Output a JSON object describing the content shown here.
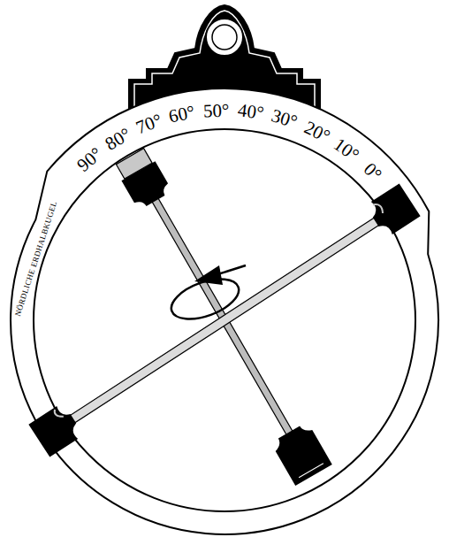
{
  "diagram": {
    "labels": [
      "NÖRDLICHE ERDHALBKUGEL",
      "90°",
      "80°",
      "70°",
      "60°",
      "50°",
      "40°",
      "30°",
      "20°",
      "10°",
      "0°"
    ]
  }
}
